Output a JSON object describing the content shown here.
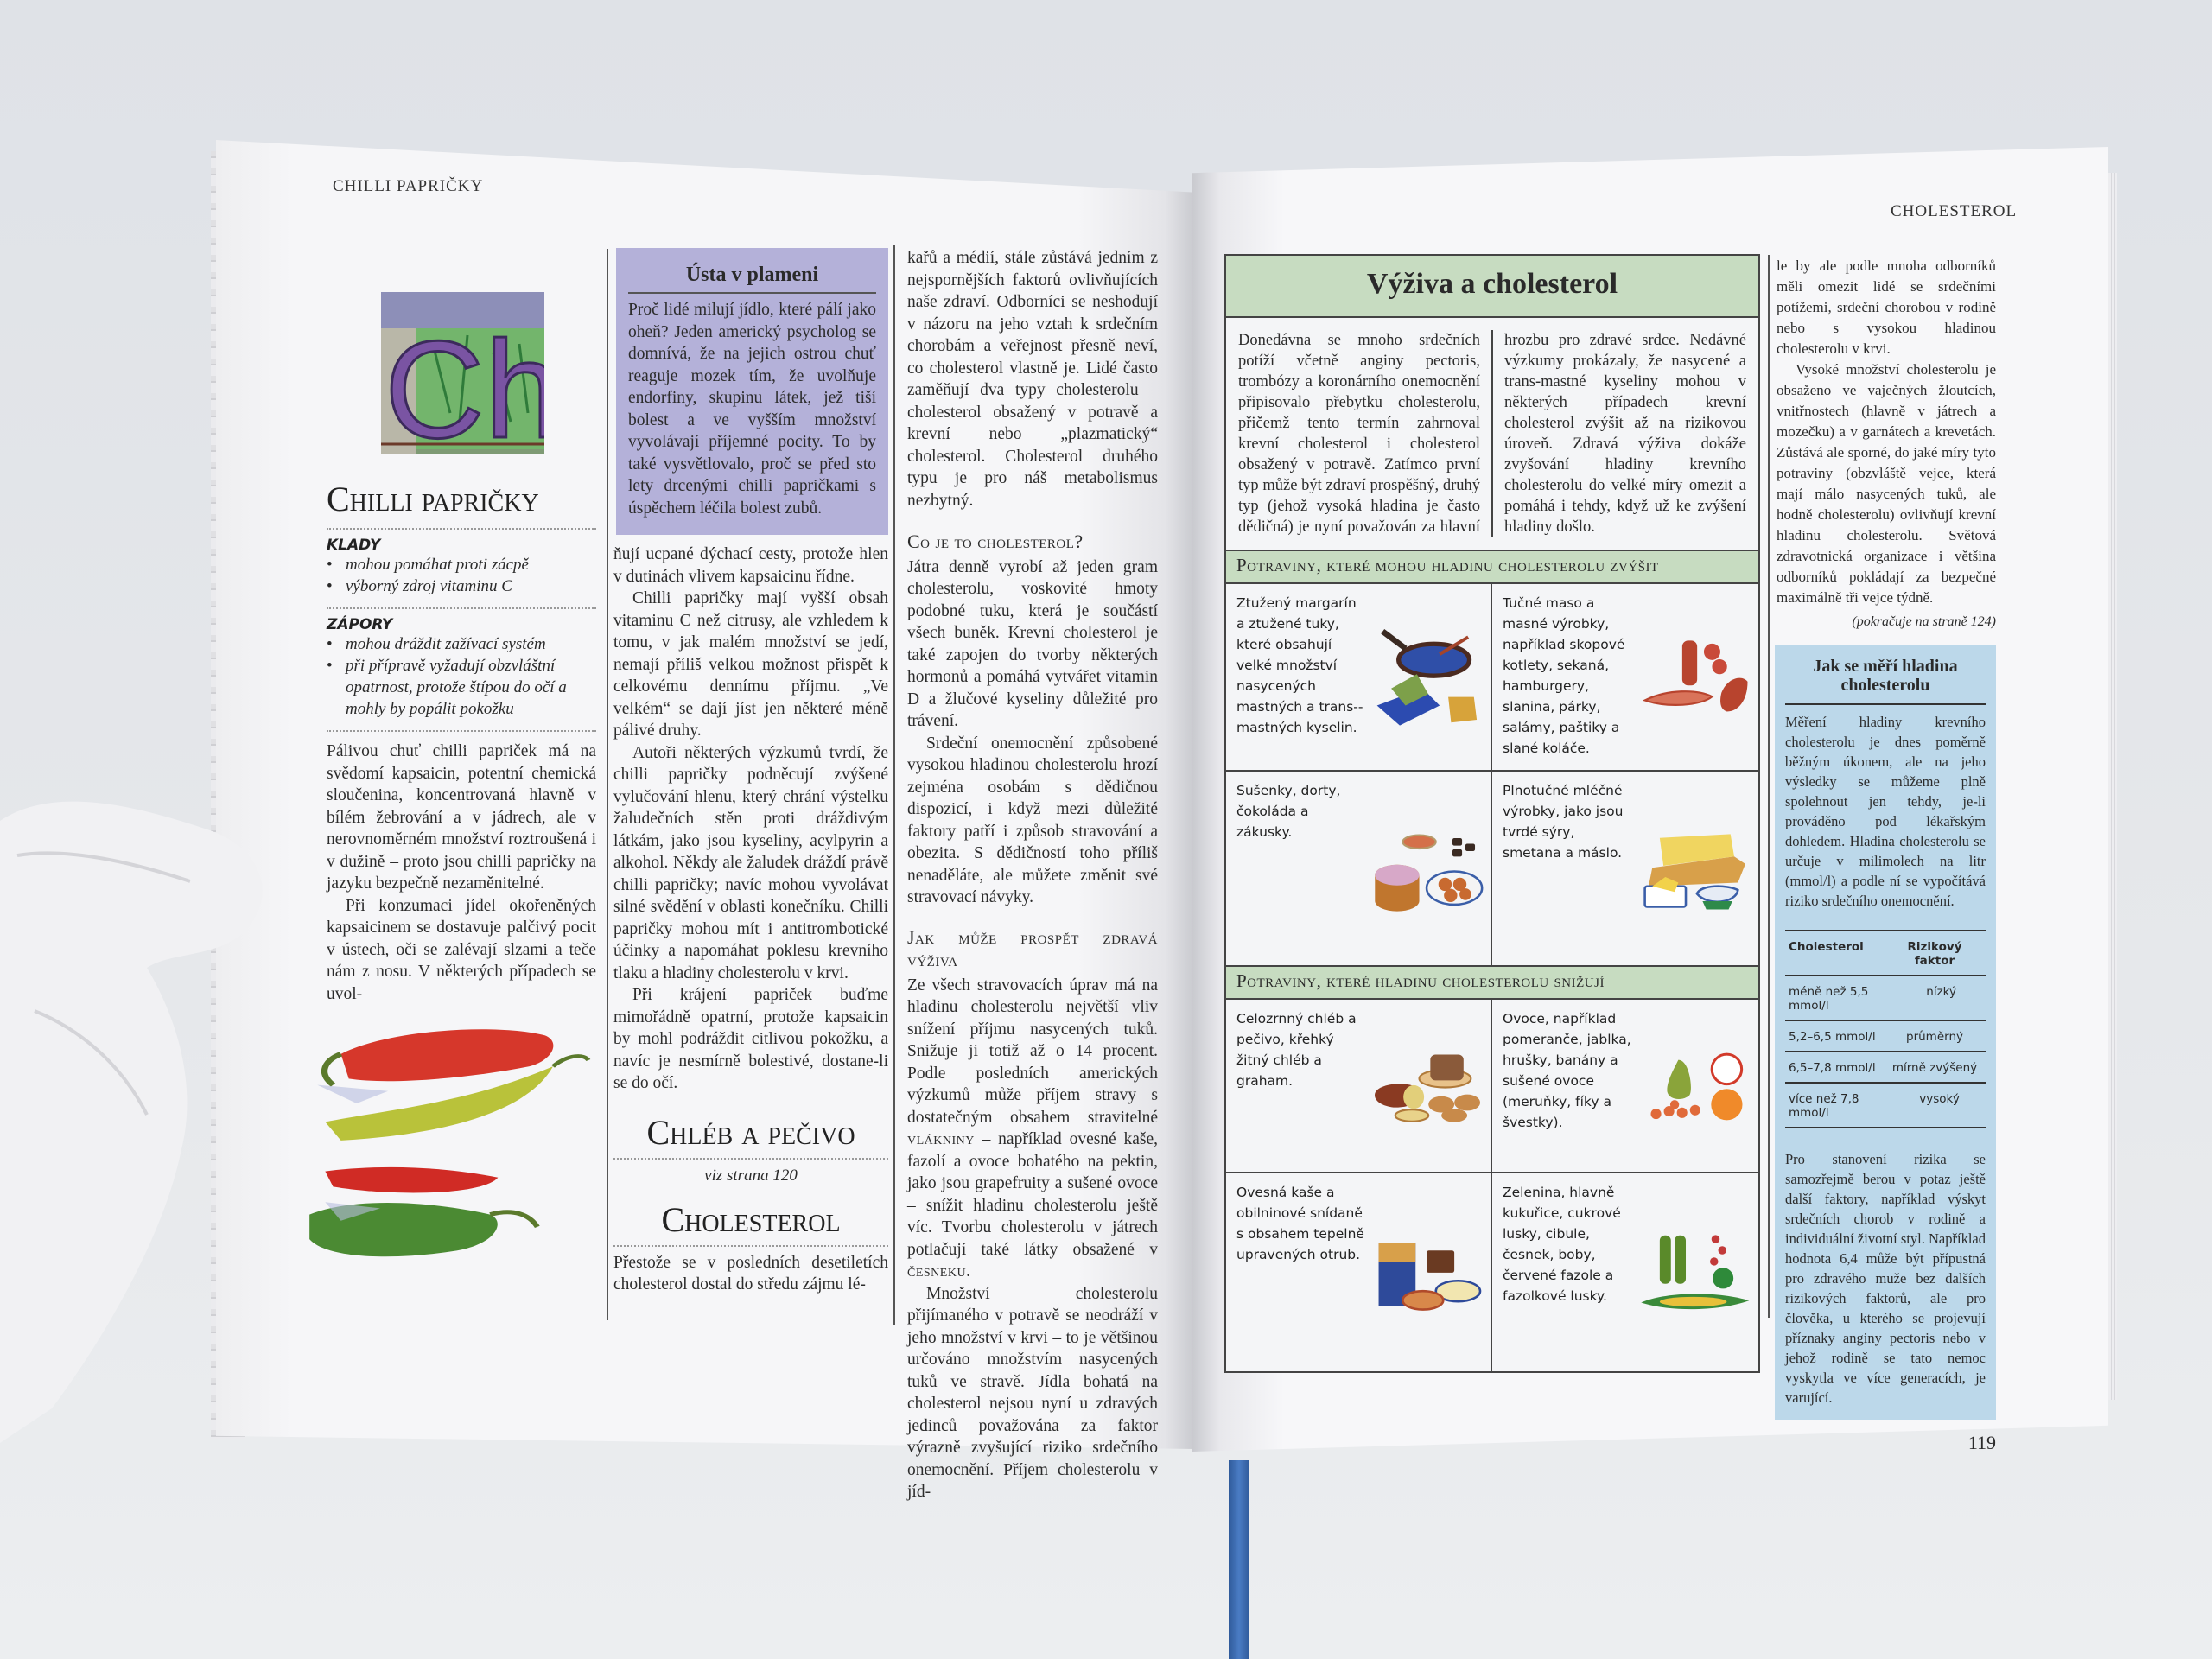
{
  "left_page": {
    "running_head": "CHILLI PAPRIČKY",
    "initial_letters": "Ch",
    "title": "Chilli papričky",
    "pros_label": "KLADY",
    "pros": [
      "mohou pomáhat proti zácpě",
      "výborný zdroj vitaminu C"
    ],
    "cons_label": "ZÁPORY",
    "cons": [
      "mohou dráždit zažívací systém",
      "při přípravě vyžadují obzvláštní opatrnost, protože štípou do očí a mohly by popálit pokožku"
    ],
    "col1_paragraphs": [
      "Pálivou chuť chilli papriček má na svědomí kapsaicin, potentní chemická sloučenina, koncentrovaná hlavně v bílém žebrování a v jádrech, ale v nerovnoměrném množství roztroušená i v dužině – proto jsou chilli papričky na jazyku bezpečně nezaměnitelné.",
      "Při konzumaci jídel okořeněných kapsaicinem se dostavuje palčivý pocit v ústech, oči se zalévají slzami a teče nám z nosu. V některých případech se uvol-"
    ],
    "box": {
      "title": "Ústa v plameni",
      "text": "Proč lidé milují jídlo, které pálí jako oheň? Jeden americký psycholog se domnívá, že na jejich ostrou chuť reaguje mozek tím, že uvolňuje endorfiny, skupinu látek, jež tiší bolest a ve vyšším množství vyvolávají příjemné pocity. To by také vysvětlovalo, proč se před sto lety drcenými chilli papričkami s úspěchem léčila bolest zubů."
    },
    "col2_paragraphs": [
      "ňují ucpané dýchací cesty, protože hlen v dutinách vlivem kapsaicinu řídne.",
      "Chilli papričky mají vyšší obsah vitaminu C než citrusy, ale vzhledem k tomu, v jak malém množství se jedí, nemají příliš velkou možnost přispět k celkovému dennímu příjmu. „Ve velkém“ se dají jíst jen některé méně pálivé druhy.",
      "Autoři některých výzkumů tvrdí, že chilli papričky podněcují zvýšené vylučování hlenu, který chrání výstelku žaludečních stěn proti dráždivým látkám, jako jsou kyseliny, acylpyrin a alkohol. Někdy ale žaludek dráždí právě chilli papričky; navíc mohou vyvolávat silné svědění v oblasti konečníku. Chilli papričky mohou mít i antitrombotické účinky a napomáhat poklesu krevního tlaku a hladiny cholesterolu v krvi.",
      "Při krájení papriček buďme mimořádně opatrní, protože kapsaicin by mohl podráždit citlivou pokožku, a navíc je nesmírně bolestivé, dostane-li se do očí."
    ],
    "bread_title": "Chléb a pečivo",
    "bread_ref": "viz strana 120",
    "chol_title": "Cholesterol",
    "chol_intro": "Přestože se v posledních desetiletích cholesterol dostal do středu zájmu lé-",
    "col3_p1": "kařů a médií, stále zůstává jedním z nejspornějších faktorů ovlivňujících naše zdraví. Odborníci se neshodují v názoru na jeho vztah k srdečním chorobám a veřejnost přesně neví, co cholesterol vlastně je. Lidé často zaměňují dva typy cholesterolu – cholesterol obsažený v potravě a krevní nebo „plazmatický“ cholesterol. Cholesterol druhého typu je pro náš metabolismus nezbytný.",
    "h_what": "Co je to cholesterol?",
    "what_paragraphs": [
      "Játra denně vyrobí až jeden gram cholesterolu, voskovité hmoty podobné tuku, která je součástí všech buněk. Krevní cholesterol je také zapojen do tvorby některých hormonů a pomáhá vytvářet vitamin D a žlučové kyseliny důležité pro trávení.",
      "Srdeční onemocnění způsobené vysokou hladinou cholesterolu hrozí zejména osobám s dědičnou dispozicí, i když mezi důležité faktory patří i způsob stravování a obezita. S dědičností toho příliš nenaděláte, ale můžete změnit své stravovací návyky."
    ],
    "h_diet": "Jak může prospět zdravá výživa",
    "diet_p1_a": "Ze všech stravovacích úprav má na hladinu cholesterolu největší vliv snížení příjmu nasycených tuků. Snižuje ji totiž až o 14 procent. Podle posledních amerických výzkumů může příjem stravy s dostatečným obsahem stravitelné ",
    "diet_link1": "vlákniny",
    "diet_p1_b": " – například ovesné kaše, fazolí a ovoce bohatého na pektin, jako jsou grapefruity a sušené ovoce – snížit hladinu cholesterolu ještě víc. Tvorbu cholesterolu v játrech potlačují také látky obsažené v ",
    "diet_link2": "česneku",
    "diet_p1_c": ".",
    "diet_p2": "Množství cholesterolu přijímaného v potravě se neodráží v jeho množství v krvi – to je většinou určováno množstvím nasycených tuků ve stravě. Jídla bohatá na cholesterol nejsou nyní u zdravých jedinců považována za faktor výrazně zvyšující riziko srdečního onemocnění. Příjem cholesterolu v jíd-"
  },
  "right_page": {
    "running_head": "CHOLESTEROL",
    "feature": {
      "title": "Výživa a cholesterol",
      "intro": "Donedávna se mnoho srdečních potíží včetně anginy pectoris, trombózy a koronárního onemocnění připisovalo přebytku cholesterolu, přičemž tento termín zahrnoval krevní cholesterol i cholesterol obsažený v potravě. Zatímco první typ může být zdraví prospěšný, druhý typ (jehož vysoká hladina je často dědičná) je nyní považován za hlavní hrozbu pro zdravé srdce. Nedávné výzkumy prokázaly, že nasycené a trans-mastné kyseliny mohou v některých případech krevní cholesterol zvýšit až na rizikovou úroveň. Zdravá výživa dokáže zvyšování hladiny krevního cholesterolu do velké míry omezit a pomáhá i tehdy, když už ke zvýšení hladiny došlo.",
      "raise_heading": "Potraviny, které mohou hladinu cholesterolu zvýšit",
      "raise_items": [
        "Ztužený margarín a ztužené tuky, které obsahují velké množství nasycených mastných a trans--mastných kyselin.",
        "Tučné maso a masné výrobky, například skopové kotlety, sekaná, hamburgery, slanina, párky, salámy, paštiky a slané koláče.",
        "Sušenky, dorty, čokoláda a zákusky.",
        "Plnotučné mléčné výrobky, jako jsou tvrdé sýry, smetana a máslo."
      ],
      "lower_heading": "Potraviny, které hladinu cholesterolu snižují",
      "lower_items": [
        "Celozrnný chléb a pečivo, křehký žitný chléb a graham.",
        "Ovoce, například pomeranče, jablka, hrušky, banány a sušené ovoce (meruňky, fíky a švestky).",
        "Ovesná kaše a obilninové snídaně s obsahem tepelně upravených otrub.",
        "Zelenina, hlavně kukuřice, cukrové lusky, cibule, česnek, boby, červené fazole a fazolkové lusky."
      ]
    },
    "side_paragraphs": [
      "le by ale podle mnoha odborníků měli omezit lidé se srdečními potížemi, srdeční chorobou v rodině nebo s vysokou hladinou cholesterolu v krvi.",
      "Vysoké množství cholesterolu je obsaženo ve vaječných žloutcích, vnitřnostech (hlavně v játrech a mozečku) a v garnátech a krevetách. Zůstává ale sporné, do jaké míry tyto potraviny (obzvláště vejce, která mají málo nasycených tuků, ale hodně cholesterolu) ovlivňují krevní hladinu cholesterolu. Světová zdravotnická organizace i většina odborníků pokládají za bezpečné maximálně tři vejce týdně."
    ],
    "continued": "(pokračuje na straně 124)",
    "measure_box": {
      "title": "Jak se měří hladina cholesterolu",
      "text": "Měření hladiny krevního cholesterolu je dnes poměrně běžným úkonem, ale na jeho výsledky se můžeme plně spolehnout jen tehdy, je-li prováděno pod lékařským dohledem. Hladina cholesterolu se určuje v milimolech na litr (mmol/l) a podle ní se vypočítává riziko srdečního onemocnění.",
      "table_headers": [
        "Cholesterol",
        "Rizikový faktor"
      ],
      "table_rows": [
        [
          "méně než 5,5 mmol/l",
          "nízký"
        ],
        [
          "5,2–6,5 mmol/l",
          "průměrný"
        ],
        [
          "6,5–7,8 mmol/l",
          "mírně zvýšený"
        ],
        [
          "více než 7,8 mmol/l",
          "vysoký"
        ]
      ],
      "footer_text": "Pro stanovení rizika se samozřejmě berou v potaz ještě další faktory, například výskyt srdečních chorob v rodině a individuální životní styl. Například hodnota 6,4 může být přípustná pro zdravého muže bez dalších rizikových faktorů, ale pro člověka, u kterého se projevují příznaky anginy pectoris nebo v jehož rodině se tato nemoc vyskytla ve více generacích, je varující."
    },
    "page_number": "119"
  },
  "colors": {
    "purple_box": "#b4b1d9",
    "green_band": "#c7dcc1",
    "blue_box": "#bcd8ea",
    "ribbon": "#3f6fb3"
  }
}
